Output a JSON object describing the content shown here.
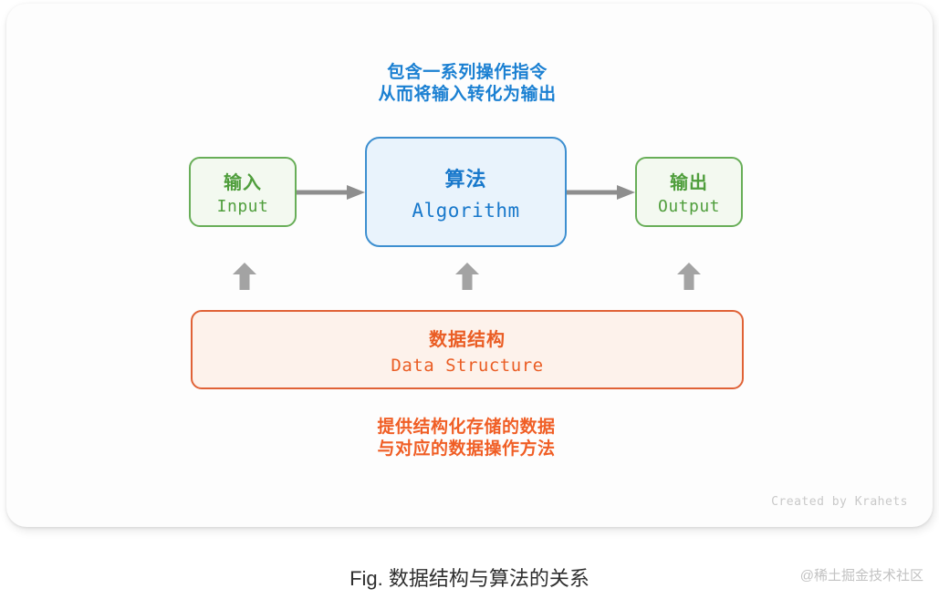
{
  "colors": {
    "blue_text": "#1878cb",
    "blue_border": "#3d8fd0",
    "blue_bg": "#e9f3fc",
    "green_text": "#4f9e3c",
    "green_border": "#68ae58",
    "green_bg": "#f3f9f0",
    "orange_text": "#ea5d24",
    "orange_border": "#e06236",
    "orange_bg": "#fdf2eb",
    "annotation_blue": "#1b80d2",
    "annotation_orange": "#f05e25",
    "line_arrow_gray": "#8e8e8e",
    "block_arrow_gray": "#a3a3a3"
  },
  "diagram": {
    "top_annotation": {
      "line1": "包含一系列操作指令",
      "line2": "从而将输入转化为输出"
    },
    "input_node": {
      "title_zh": "输入",
      "title_en": "Input"
    },
    "algorithm_node": {
      "title_zh": "算法",
      "title_en": "Algorithm"
    },
    "output_node": {
      "title_zh": "输出",
      "title_en": "Output"
    },
    "data_structure_node": {
      "title_zh": "数据结构",
      "title_en": "Data Structure"
    },
    "bottom_annotation": {
      "line1": "提供结构化存储的数据",
      "line2": "与对应的数据操作方法"
    },
    "credit": "Created by Krahets"
  },
  "caption": "Fig. 数据结构与算法的关系",
  "watermark": "@稀土掘金技术社区"
}
